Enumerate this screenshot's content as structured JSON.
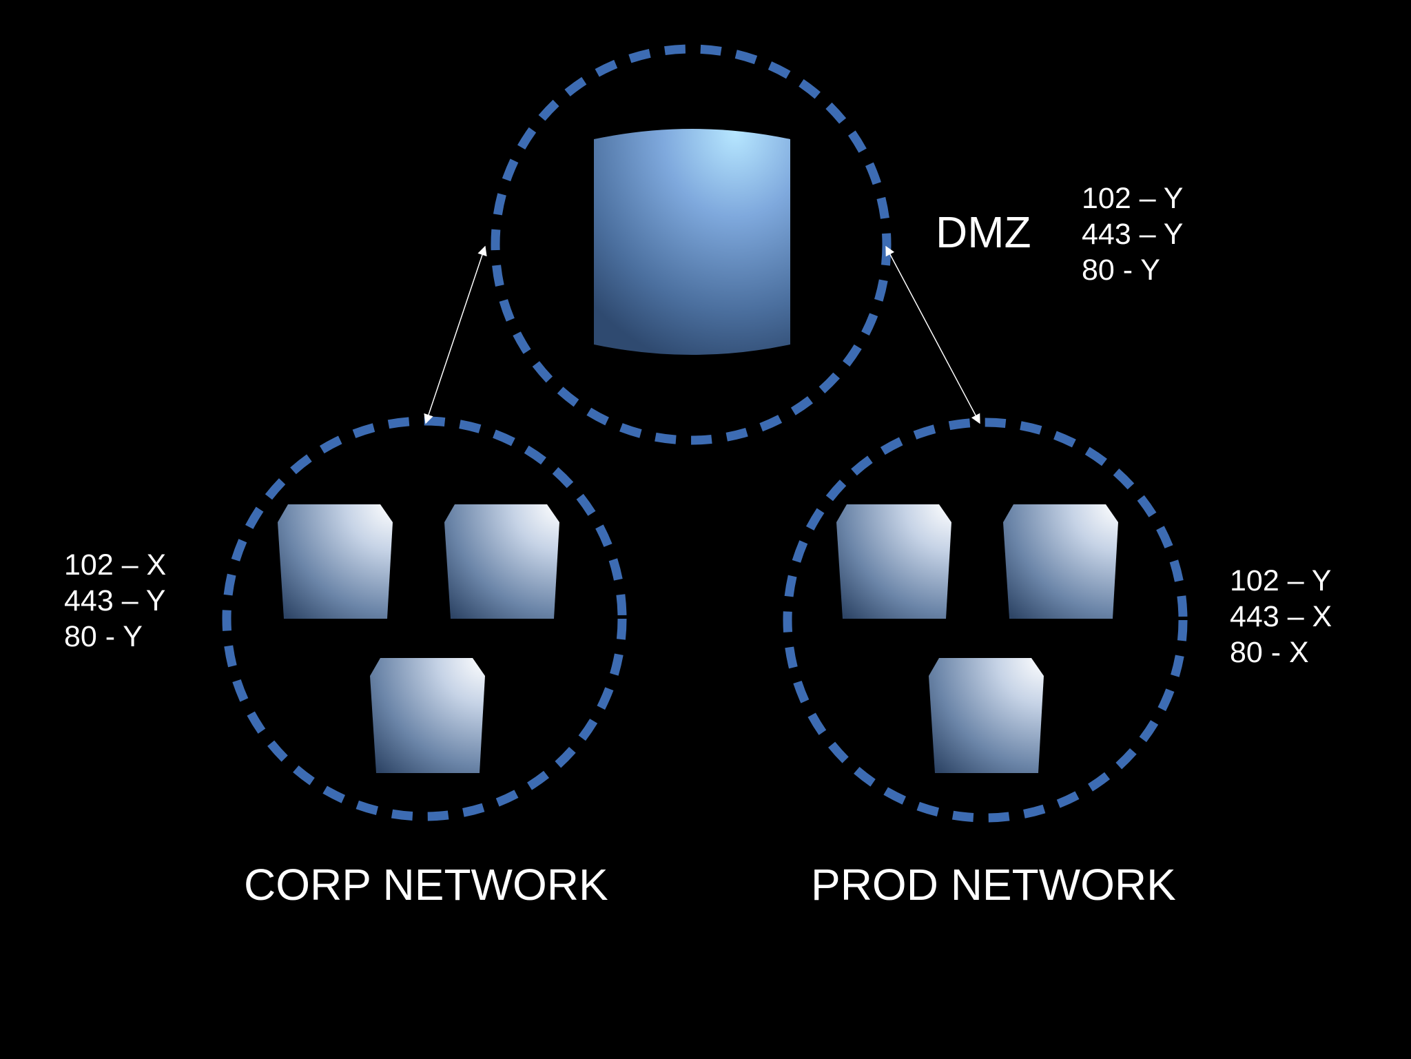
{
  "colors": {
    "background": "#000000",
    "zone_border": "#3d6cb3",
    "connector": "#ffffff",
    "text": "#ffffff"
  },
  "zones": {
    "dmz": {
      "name": "DMZ",
      "icon": "database-cylinder-icon",
      "rules": [
        "102 – Y",
        "443 – Y",
        "80 - Y"
      ]
    },
    "corp": {
      "name": "CORP NETWORK",
      "icon": "server-box-icon",
      "box_count": 3,
      "rules": [
        "102 – X",
        "443 – Y",
        "80 - Y"
      ]
    },
    "prod": {
      "name": "PROD NETWORK",
      "icon": "server-box-icon",
      "box_count": 3,
      "rules": [
        "102 – Y",
        "443 – X",
        "80 - X"
      ]
    }
  },
  "connections": [
    {
      "from": "dmz",
      "to": "corp",
      "style": "bidirectional-arrow"
    },
    {
      "from": "dmz",
      "to": "prod",
      "style": "bidirectional-arrow"
    }
  ]
}
